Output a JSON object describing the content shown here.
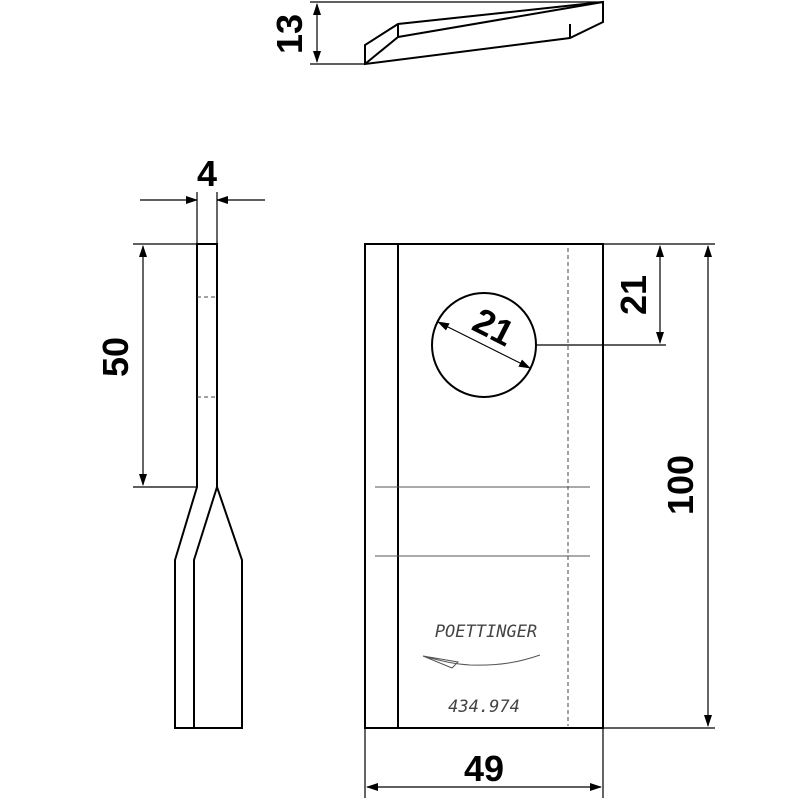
{
  "dimensions": {
    "thickness_top": "13",
    "strip_width": "4",
    "strip_length": "50",
    "hole_diameter": "21",
    "hole_offset": "21",
    "total_length": "100",
    "width": "49"
  },
  "marking": {
    "brand": "POETTINGER",
    "part_number": "434.974"
  }
}
